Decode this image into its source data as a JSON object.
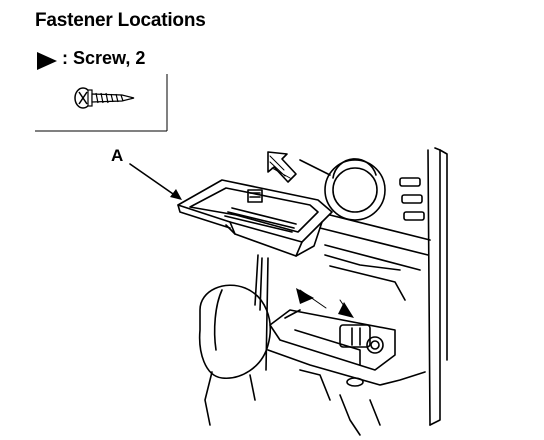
{
  "header": {
    "title": "Fastener Locations"
  },
  "legend": {
    "symbol": "filled-triangle-arrow-icon",
    "label": ": Screw, 2",
    "fastener_icon": "screw-icon"
  },
  "callouts": [
    {
      "label": "A"
    }
  ],
  "colors": {
    "line": "#000000",
    "background": "#ffffff"
  }
}
